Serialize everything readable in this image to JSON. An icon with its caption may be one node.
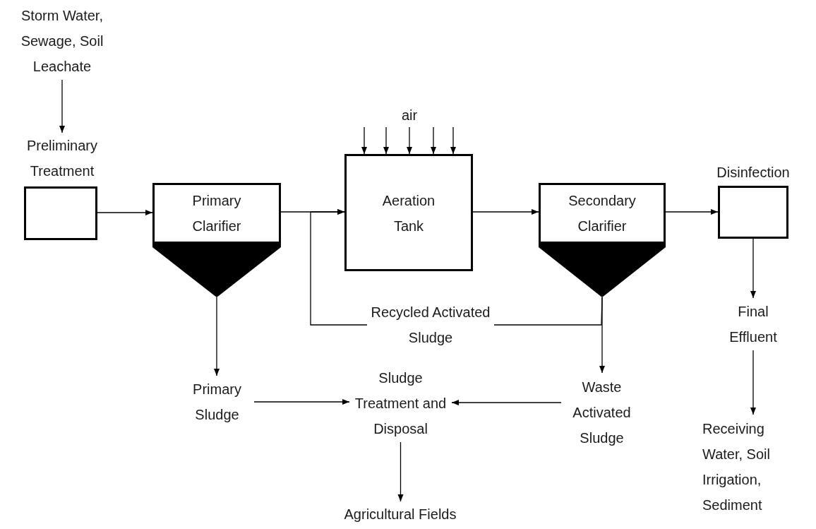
{
  "diagram": {
    "nodes": [
      {
        "text": [
          "Storm Water, Sewage, Soil Leachate"
        ]
      },
      {
        "text": [
          "Preliminary Treatment"
        ]
      },
      {
        "text": [
          "Primary Clarifier"
        ]
      },
      {
        "text": [
          "Aeration Tank"
        ]
      },
      {
        "text": [
          "Secondary Clarifier"
        ]
      },
      {
        "text": [
          "Disinfection"
        ]
      },
      {
        "text": [
          "Final Effluent"
        ]
      },
      {
        "text": [
          "Receiving Water, Soil Irrigation, Sediment"
        ]
      },
      {
        "text": [
          "Primary Sludge"
        ]
      },
      {
        "text": [
          "Sludge Treatment and Disposal"
        ]
      },
      {
        "text": [
          "Waste Activated Sludge"
        ]
      },
      {
        "text": [
          "Agricultural Fields"
        ]
      },
      {
        "text": [
          "air"
        ]
      }
    ],
    "edges": [
      {
        "from": 0,
        "to": 1,
        "arrow": "to"
      },
      {
        "from": 1,
        "to": 2,
        "arrow": "to"
      },
      {
        "from": 2,
        "to": 3,
        "arrow": "to"
      },
      {
        "from": 3,
        "to": 4,
        "arrow": "to"
      },
      {
        "from": 4,
        "to": 5,
        "arrow": "to"
      },
      {
        "from": 5,
        "to": 6,
        "arrow": "to"
      },
      {
        "from": 6,
        "to": 7,
        "arrow": "to"
      },
      {
        "from": 2,
        "to": 8,
        "arrow": "to"
      },
      {
        "from": 4,
        "to": 10,
        "arrow": "to"
      },
      {
        "from": 4,
        "to": 3,
        "arrow": "to",
        "label": "Recycled Activated Sludge"
      },
      {
        "from": 8,
        "to": 9,
        "arrow": "to"
      },
      {
        "from": 10,
        "to": 9,
        "arrow": "to"
      },
      {
        "from": 9,
        "to": 11,
        "arrow": "to"
      },
      {
        "from": null,
        "to": 3,
        "arrow": "to"
      },
      {
        "from": 12,
        "to": 3,
        "arrow": "to"
      },
      {
        "from": 12,
        "to": 3,
        "arrow": "to"
      },
      {
        "from": 12,
        "to": 3,
        "arrow": "to"
      },
      {
        "from": null,
        "to": 3,
        "arrow": "to"
      }
    ]
  }
}
